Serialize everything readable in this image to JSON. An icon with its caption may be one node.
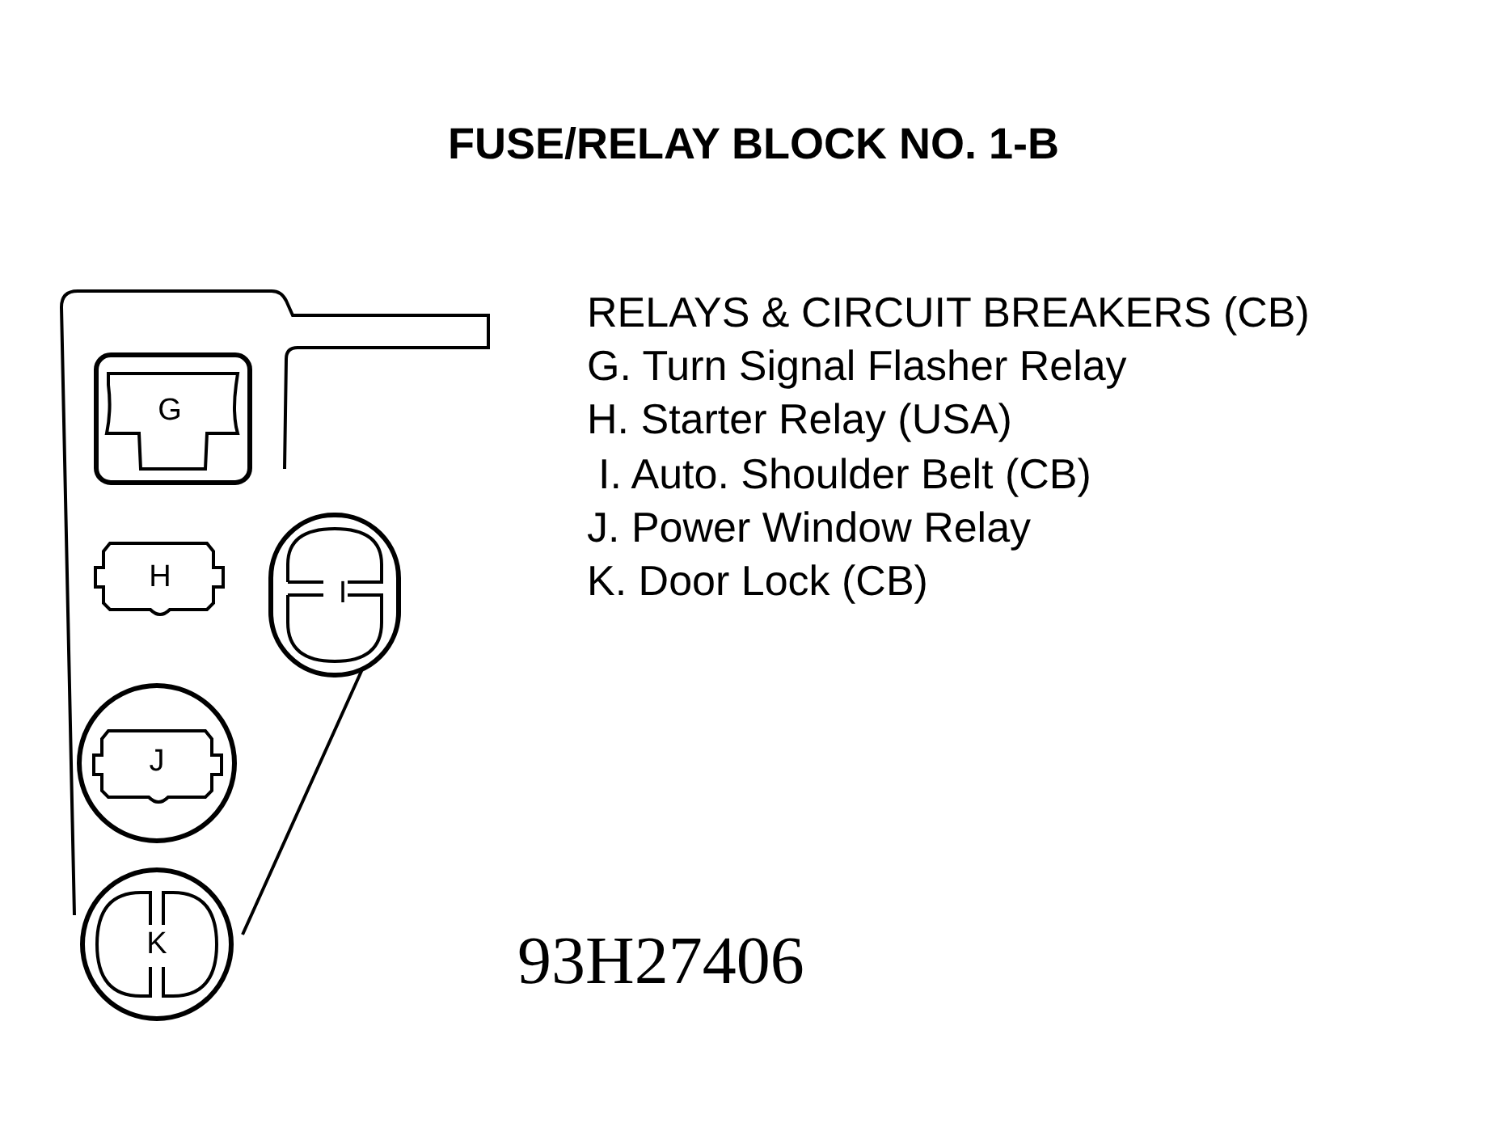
{
  "diagram": {
    "title": "FUSE/RELAY BLOCK NO. 1-B",
    "nodes": [
      {
        "text": [
          "G"
        ]
      },
      {
        "text": [
          "H"
        ]
      },
      {
        "text": [
          "I"
        ]
      },
      {
        "text": [
          "J"
        ]
      },
      {
        "text": [
          "K"
        ]
      }
    ],
    "labels": [
      "RELAYS & CIRCUIT BREAKERS (CB)",
      "G. Turn Signal Flasher Relay",
      "H. Starter Relay (USA)",
      "I. Auto. Shoulder Belt (CB)",
      "J. Power Window Relay",
      "K. Door Lock (CB)",
      "93H27406"
    ]
  }
}
